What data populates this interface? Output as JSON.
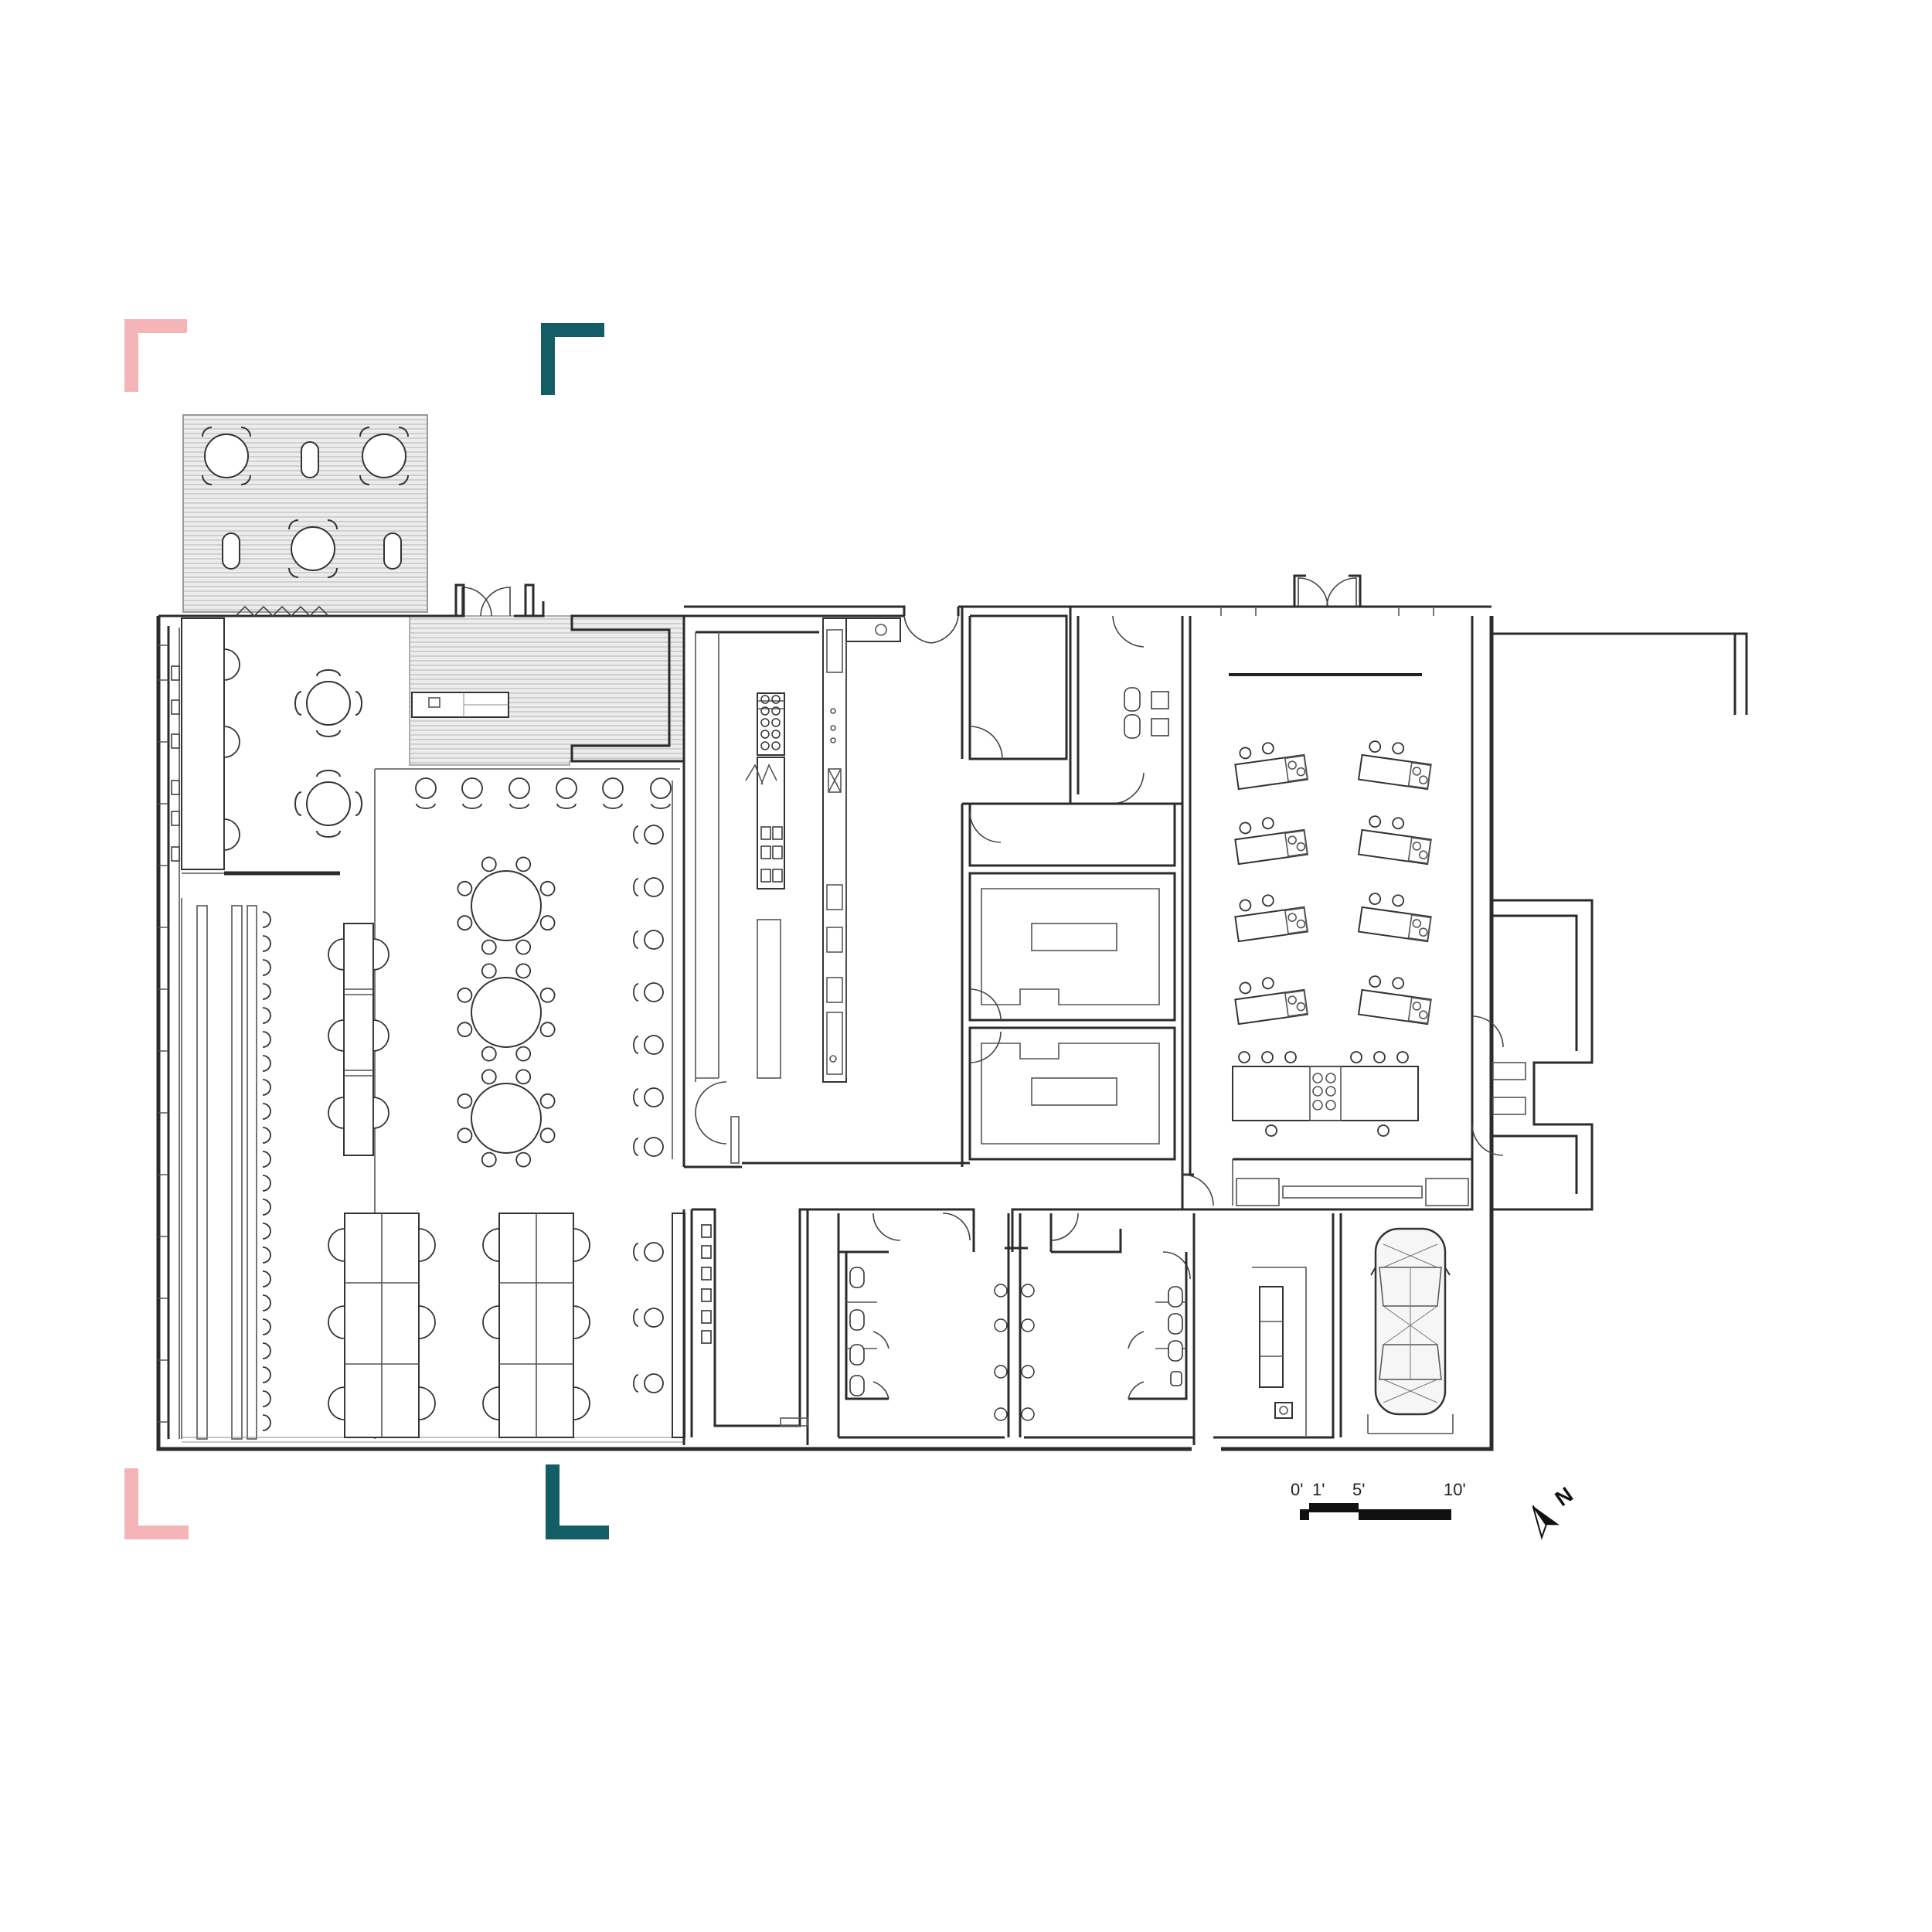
{
  "colors": {
    "accent_pink": "#f4b4b8",
    "accent_teal": "#135d66",
    "wall": "#2b2b2b",
    "hatch": "#cfcfcf"
  },
  "scale_bar": {
    "labels": [
      "0'",
      "1'",
      "5'",
      "10'"
    ]
  },
  "north_arrow": {
    "label": "N"
  },
  "icons": {
    "north": "north-arrow-icon",
    "car": "car-icon"
  }
}
